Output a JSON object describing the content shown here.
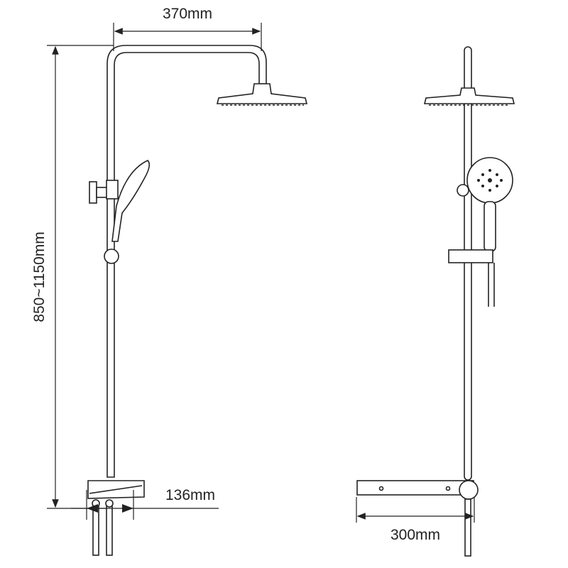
{
  "dimensions": {
    "top_width": "370mm",
    "height_range": "850~1150mm",
    "mixer_depth": "136mm",
    "shelf_width": "300mm"
  },
  "colors": {
    "line": "#222222",
    "background": "#ffffff"
  }
}
